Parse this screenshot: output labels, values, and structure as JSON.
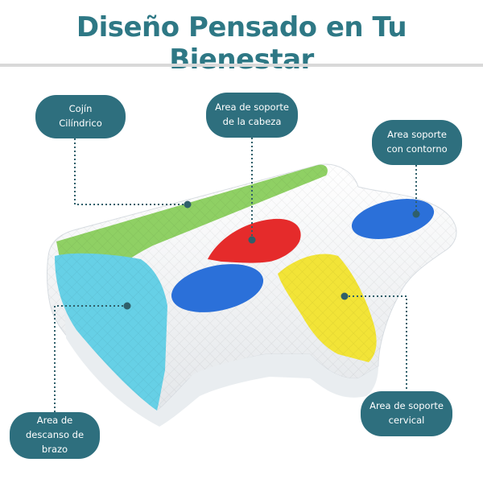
{
  "header": {
    "title": "Diseño Pensado en Tu Bienestar"
  },
  "callouts": {
    "cojin": "Cojín\nCilíndrico",
    "cabeza": "Area de soporte\nde la cabeza",
    "contorno": "Area soporte\ncon contorno",
    "brazo": "Area de\ndescanso de\nbrazo",
    "cervical": "Area de soporte\ncervical"
  },
  "colors": {
    "title": "#2e7885",
    "rule": "#d9d9d9",
    "callout_bg": "#2e6f7e",
    "leader": "#2f5f6a",
    "green": "#8fd064",
    "cyan": "#66d0e6",
    "yellow": "#f2e437",
    "red": "#e52b2b",
    "blue": "#2b70d9"
  },
  "icons": {
    "pillow": "contour-pillow-illustration"
  }
}
